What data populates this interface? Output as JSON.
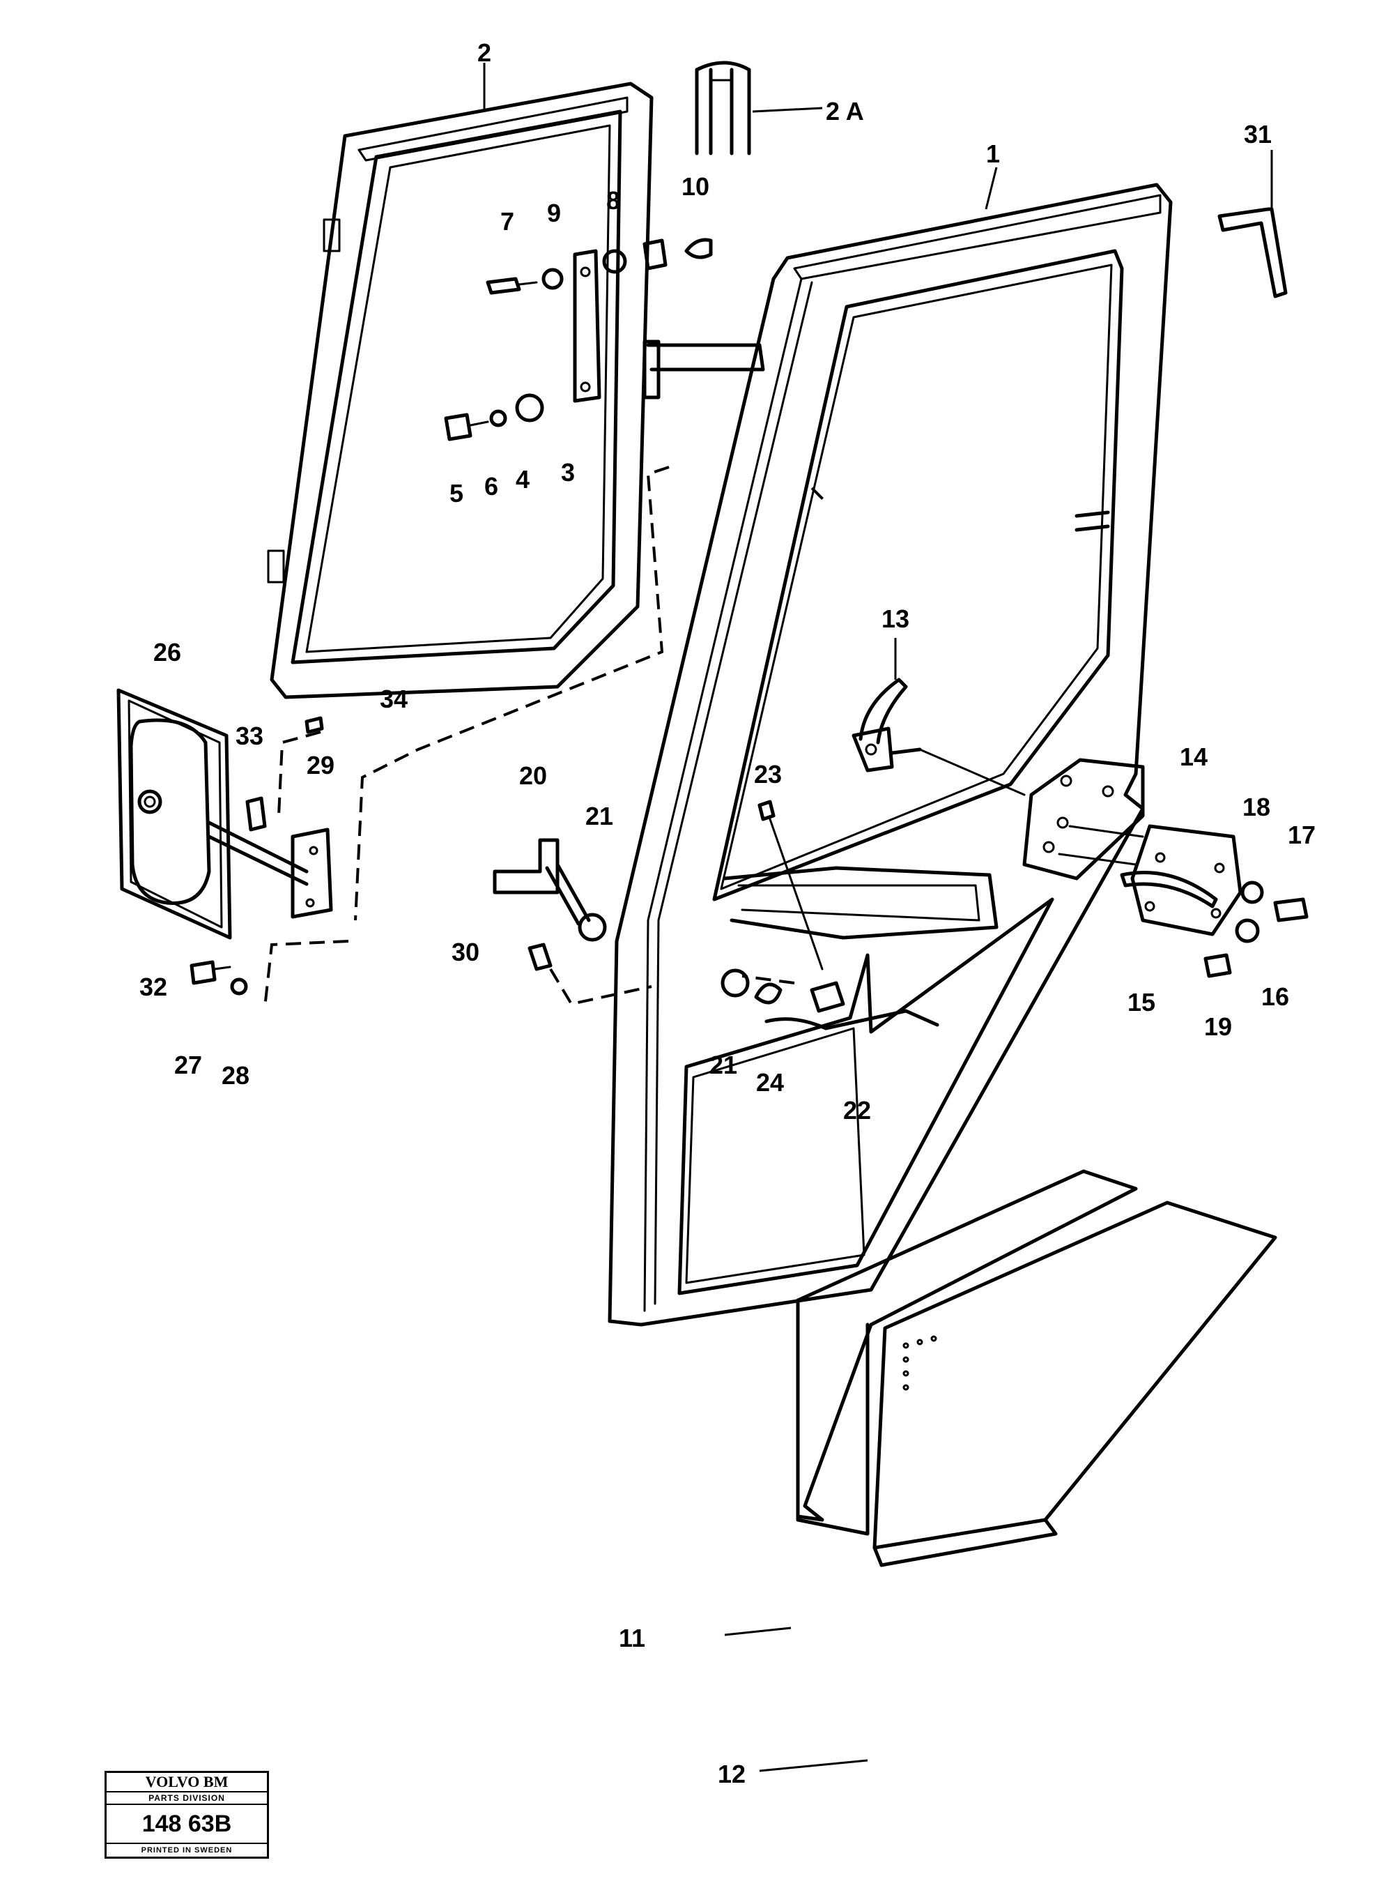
{
  "callouts": [
    {
      "label": "1"
    },
    {
      "label": "2"
    },
    {
      "label": "2 A"
    },
    {
      "label": "3"
    },
    {
      "label": "4"
    },
    {
      "label": "5"
    },
    {
      "label": "6"
    },
    {
      "label": "7"
    },
    {
      "label": "8"
    },
    {
      "label": "9"
    },
    {
      "label": "10"
    },
    {
      "label": "11"
    },
    {
      "label": "12"
    },
    {
      "label": "13"
    },
    {
      "label": "14"
    },
    {
      "label": "15"
    },
    {
      "label": "16"
    },
    {
      "label": "17"
    },
    {
      "label": "18"
    },
    {
      "label": "19"
    },
    {
      "label": "20"
    },
    {
      "label": "21"
    },
    {
      "label": "21"
    },
    {
      "label": "22"
    },
    {
      "label": "23"
    },
    {
      "label": "24"
    },
    {
      "label": "26"
    },
    {
      "label": "27"
    },
    {
      "label": "28"
    },
    {
      "label": "29"
    },
    {
      "label": "30"
    },
    {
      "label": "31"
    },
    {
      "label": "32"
    },
    {
      "label": "33"
    },
    {
      "label": "34"
    }
  ],
  "stamp": {
    "brand": "VOLVO BM",
    "division": "PARTS DIVISION",
    "number": "148 63B",
    "printed": "PRINTED IN SWEDEN"
  }
}
